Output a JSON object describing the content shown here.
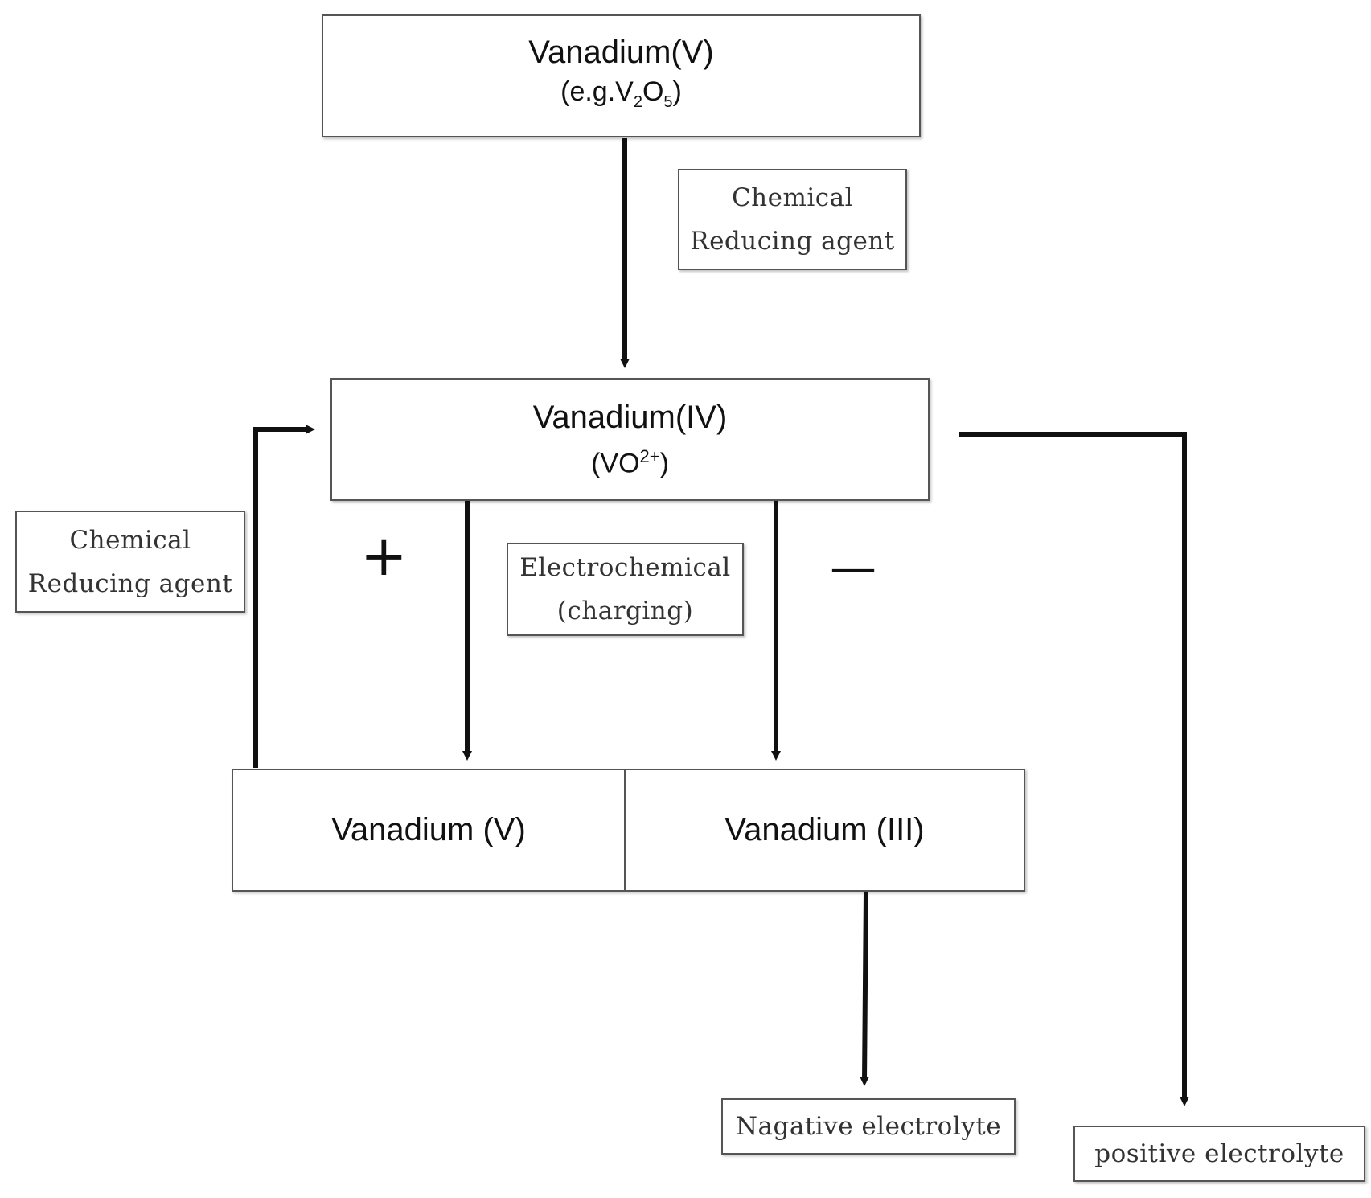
{
  "nodes": {
    "vanadium_v_source": {
      "title": "Vanadium(V)",
      "sub_prefix": "(e.g.V",
      "sub_sub1": "2",
      "sub_mid": "O",
      "sub_sub2": "5",
      "sub_suffix": ")"
    },
    "chemical_reducing_top": {
      "line1": "Chemical",
      "line2": "Reducing agent"
    },
    "vanadium_iv": {
      "title": "Vanadium(IV)",
      "sub_prefix": "(VO",
      "sub_sup": "2+",
      "sub_suffix": ")"
    },
    "chemical_reducing_left": {
      "line1": "Chemical",
      "line2": "Reducing agent"
    },
    "electrochemical": {
      "line1": "Electrochemical",
      "line2": "(charging)"
    },
    "vanadium_v_product": {
      "label": "Vanadium (V)"
    },
    "vanadium_iii_product": {
      "label": "Vanadium (III)"
    },
    "negative_electrolyte": {
      "label": "Nagative electrolyte"
    },
    "positive_electrolyte": {
      "label": "positive electrolyte"
    }
  },
  "symbols": {
    "plus": "+",
    "minus": "—"
  },
  "colors": {
    "line": "#111111",
    "border": "#555555",
    "text": "#111111"
  }
}
